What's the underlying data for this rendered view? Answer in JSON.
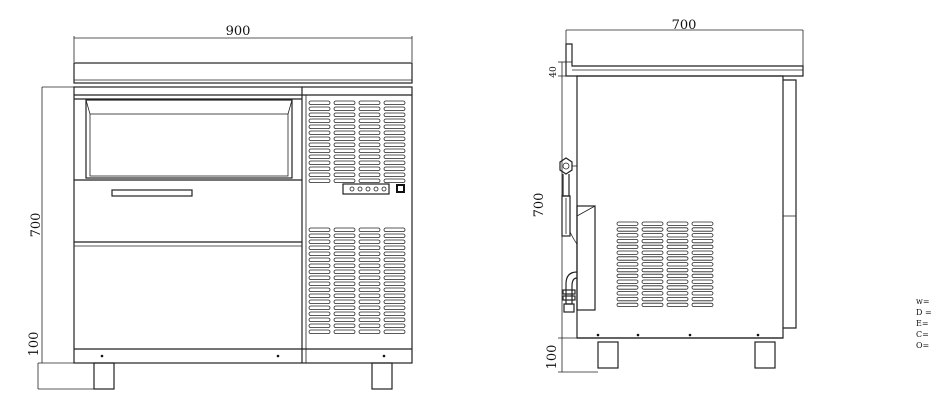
{
  "front_view": {
    "width_label": "900",
    "height_label": "700",
    "base_label": "100"
  },
  "side_view": {
    "depth_label": "700",
    "top_label": "40",
    "height_label": "700",
    "base_label": "100"
  },
  "legend": {
    "items": [
      "w=",
      "D =",
      "E=",
      "C=",
      "O="
    ]
  }
}
